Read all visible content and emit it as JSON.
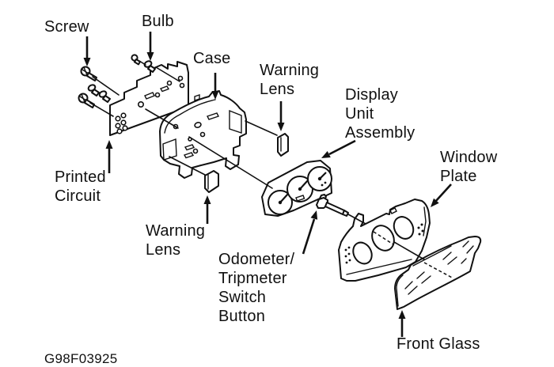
{
  "figure": {
    "code": "G98F03925",
    "colors": {
      "ink": "#111111",
      "background": "#ffffff"
    },
    "labels": {
      "screw": "Screw",
      "bulb": "Bulb",
      "case": "Case",
      "warning_lens_top": "Warning\nLens",
      "display_unit_assembly": "Display\nUnit\nAssembly",
      "window_plate": "Window\nPlate",
      "printed_circuit": "Printed\nCircuit",
      "warning_lens_bottom": "Warning\nLens",
      "odometer_tripmeter_switch_button": "Odometer/\nTripmeter\nSwitch\nButton",
      "front_glass": "Front Glass"
    }
  }
}
